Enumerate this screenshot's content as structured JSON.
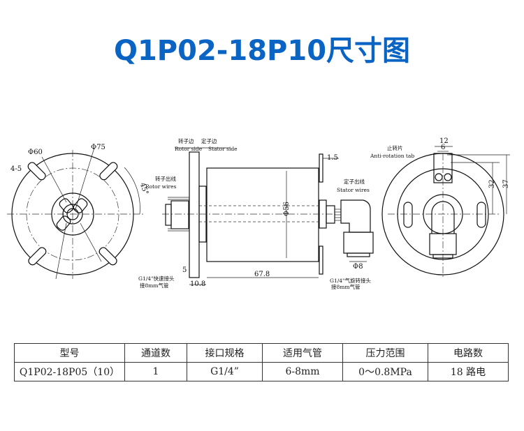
{
  "title": "Q1P02-18P10尺寸图",
  "drawing": {
    "left_view": {
      "dia_outer": "Φ75",
      "dia_pitch": "Φ60",
      "slots": "4-5",
      "angle": "45°"
    },
    "side_view": {
      "rotor_side_cn": "转子边",
      "stator_side_cn": "定子边",
      "rotor_side_en": "Rotor side",
      "stator_side_en": "Stator side",
      "rotor_wires_cn": "转子出线",
      "rotor_wires_en": "Rotor wires",
      "stator_wires_cn": "定子出线",
      "stator_wires_en": "Stator wires",
      "dim_flange": "1.5",
      "dim_body_dia": "Φ56",
      "dim_length": "67.8",
      "dim_5": "5",
      "dim_10_8": "10.8",
      "dim_tube": "Φ8",
      "left_fitting_1": "G1/4\"快速接头",
      "left_fitting_2": "接8mm气管",
      "right_fitting_1": "G1/4\"气旋转接头",
      "right_fitting_2": "接8mm气管"
    },
    "right_view": {
      "tab_cn": "止转片",
      "tab_en": "Anti-rotation tab",
      "dim_12": "12",
      "dim_6": "6",
      "dim_32": "32",
      "dim_37": "37"
    }
  },
  "table": {
    "headers": [
      "型号",
      "通道数",
      "接口规格",
      "适用气管",
      "压力范围",
      "电路数"
    ],
    "row": [
      "Q1P02-18P05（10）",
      "1",
      "G1/4”",
      "6-8mm",
      "0～0.8MPa",
      "18 路电"
    ]
  },
  "colors": {
    "title": "#0a64c3"
  }
}
